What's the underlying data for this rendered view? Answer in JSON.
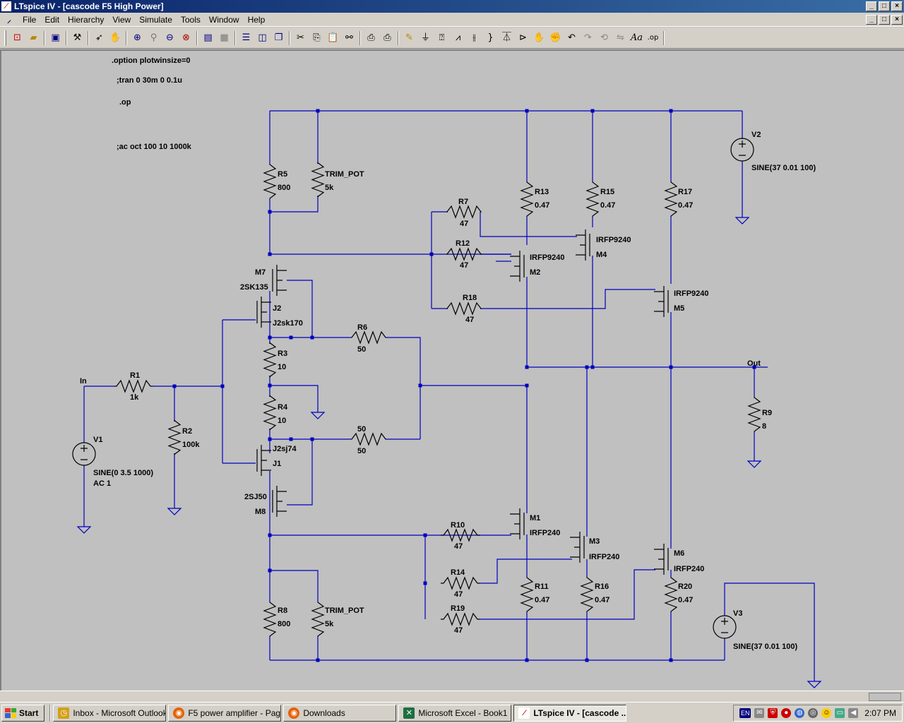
{
  "window": {
    "title": "LTspice IV - [cascode F5 High Power]",
    "app_icon": "ltspice-icon",
    "min_label": "_",
    "max_label": "□",
    "close_label": "×"
  },
  "menu": {
    "items": [
      "File",
      "Edit",
      "Hierarchy",
      "View",
      "Simulate",
      "Tools",
      "Window",
      "Help"
    ]
  },
  "toolbar": {
    "buttons": [
      "new-schematic-icon",
      "open-icon",
      "save-icon",
      "control-panel-icon",
      "run-icon",
      "halt-icon",
      "zoom-in-icon",
      "zoom-pan-icon",
      "zoom-out-icon",
      "zoom-cancel-icon",
      "autorange-icon",
      "grid-icon",
      "tile-horizontal-icon",
      "tile-vertical-icon",
      "cascade-icon",
      "cut-icon",
      "copy-icon",
      "paste-icon",
      "find-icon",
      "print-setup-icon",
      "print-icon",
      "draw-wire-icon",
      "ground-icon",
      "label-icon",
      "resistor-icon",
      "capacitor-icon",
      "inductor-icon",
      "diode-icon",
      "component-icon",
      "move-icon",
      "drag-icon",
      "undo-icon",
      "redo-icon",
      "rotate-icon",
      "mirror-icon",
      "text-icon",
      "spice-directive-icon"
    ],
    "text_button_label": "Aa",
    "op_button_label": ".op"
  },
  "schematic": {
    "directives": [
      ".option plotwinsize=0",
      ";tran 0 30m 0 0.1u",
      ".op",
      ";ac oct 100 10 1000k"
    ],
    "labels": {
      "R5": "R5",
      "R5v": "800",
      "TP1": "TRIM_POT",
      "TP1v": "5k",
      "R13": "R13",
      "R13v": "0.47",
      "R15": "R15",
      "R15v": "0.47",
      "R17": "R17",
      "R17v": "0.47",
      "V2": "V2",
      "V2v": "SINE(37 0.01 100)",
      "R7": "R7",
      "R7v": "47",
      "R12": "R12",
      "R12v": "47",
      "R18": "R18",
      "R18v": "47",
      "M4": "M4",
      "M4m": "IRFP9240",
      "M2": "M2",
      "M2m": "IRFP9240",
      "M5": "M5",
      "M5m": "IRFP9240",
      "M7": "M7",
      "M7m": "2SK135",
      "J2": "J2",
      "J2m": "J2sk170",
      "R6": "R6",
      "R6v": "50",
      "R3": "R3",
      "R3v": "10",
      "R4": "R4",
      "R4v": "10",
      "Rb": "50",
      "Rbv": "50",
      "J1": "J1",
      "J1m": "J2sj74",
      "M8": "M8",
      "M8m": "2SJ50",
      "In": "In",
      "R1": "R1",
      "R1v": "1k",
      "R2": "R2",
      "R2v": "100k",
      "V1": "V1",
      "V1v": "SINE(0 3.5 1000)",
      "V1ac": "AC 1",
      "Out": "Out",
      "R9": "R9",
      "R9v": "8",
      "M1": "M1",
      "M1m": "IRFP240",
      "M3": "M3",
      "M3m": "IRFP240",
      "M6": "M6",
      "M6m": "IRFP240",
      "R10": "R10",
      "R10v": "47",
      "R14": "R14",
      "R14v": "47",
      "R19": "R19",
      "R19v": "47",
      "R11": "R11",
      "R11v": "0.47",
      "R16": "R16",
      "R16v": "0.47",
      "R20": "R20",
      "R20v": "0.47",
      "R8": "R8",
      "R8v": "800",
      "TP2": "TRIM_POT",
      "TP2v": "5k",
      "V3": "V3",
      "V3v": "SINE(37 0.01 100)"
    }
  },
  "taskbar": {
    "start_label": "Start",
    "tasks": [
      {
        "label": "Inbox - Microsoft Outlook",
        "icon": "outlook-icon",
        "color": "#d4a017"
      },
      {
        "label": "F5 power amplifier - Pag...",
        "icon": "firefox-icon",
        "color": "#e66000"
      },
      {
        "label": "Downloads",
        "icon": "firefox-icon",
        "color": "#e66000"
      },
      {
        "label": "Microsoft Excel - Book1",
        "icon": "excel-icon",
        "color": "#1d6f42"
      },
      {
        "label": "LTspice IV - [cascode ...",
        "icon": "ltspice-icon",
        "color": "#c00000"
      }
    ],
    "tray_lang": "EN",
    "clock": "2:07 PM"
  }
}
